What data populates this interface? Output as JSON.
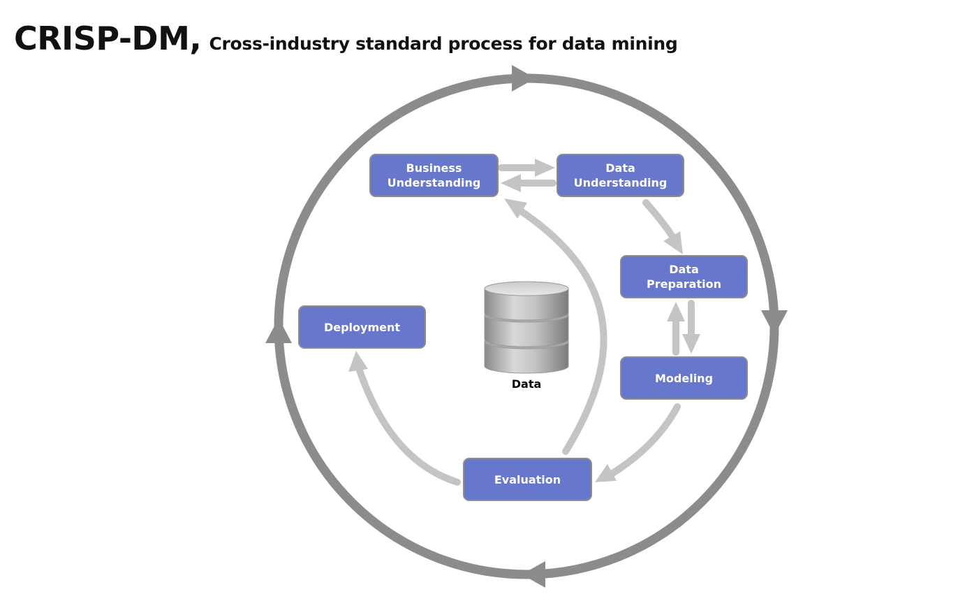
{
  "title": {
    "main": "CRISP-DM,",
    "subtitle": "Cross-industry standard process for data mining"
  },
  "phases": {
    "business_understanding": "Business\nUnderstanding",
    "data_understanding": "Data\nUnderstanding",
    "data_preparation": "Data\nPreparation",
    "modeling": "Modeling",
    "evaluation": "Evaluation",
    "deployment": "Deployment"
  },
  "data_store_label": "Data",
  "colors": {
    "phase_fill": "#6777cb",
    "phase_border": "#8d8d8d",
    "outer_cycle": "#8c8c8c",
    "inner_arrows": "#c4c4c4"
  }
}
